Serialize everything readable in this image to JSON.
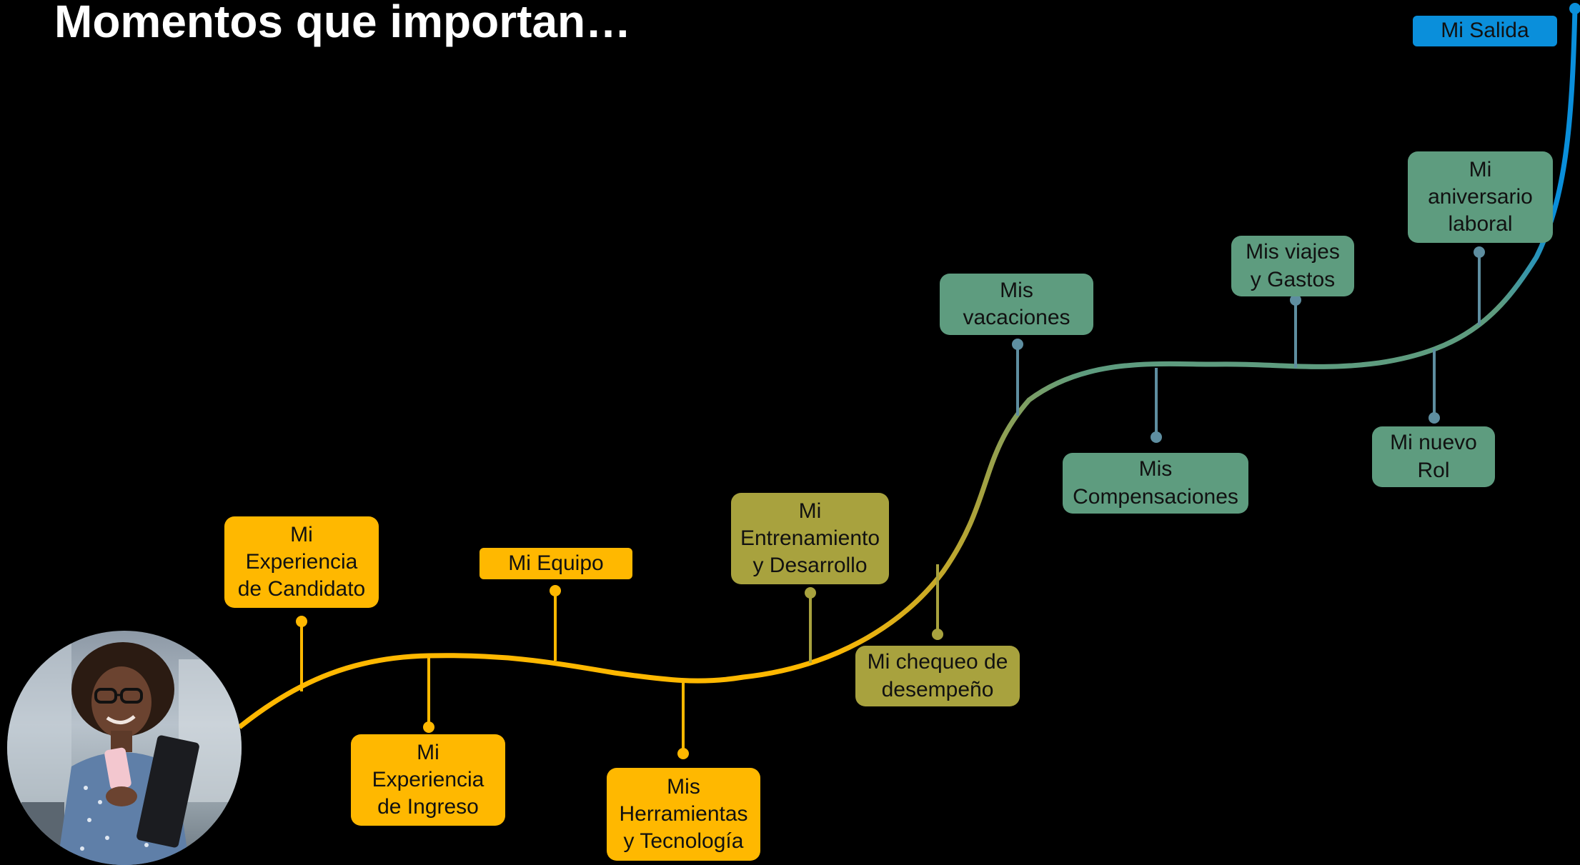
{
  "title": "Momentos que importan…",
  "colors": {
    "background": "#000000",
    "amber": "#ffb800",
    "olive": "#a8a23e",
    "sage": "#5e9c7f",
    "blue": "#0a8fdb"
  },
  "moments": [
    {
      "label": "Mi\nExperiencia\nde Candidato"
    },
    {
      "label": "Mi\nExperiencia\nde Ingreso"
    },
    {
      "label": "Mi Equipo"
    },
    {
      "label": "Mis\nHerramientas\ny Tecnología"
    },
    {
      "label": "Mi\nEntrenamiento\ny Desarrollo"
    },
    {
      "label": "Mi chequeo de\ndesempeño"
    },
    {
      "label": "Mis\nvacaciones"
    },
    {
      "label": "Mis\nCompensaciones"
    },
    {
      "label": "Mis viajes\ny Gastos"
    },
    {
      "label": "Mi nuevo\nRol"
    },
    {
      "label": "Mi\naniversario\nlaboral"
    },
    {
      "label": "Mi Salida"
    }
  ]
}
